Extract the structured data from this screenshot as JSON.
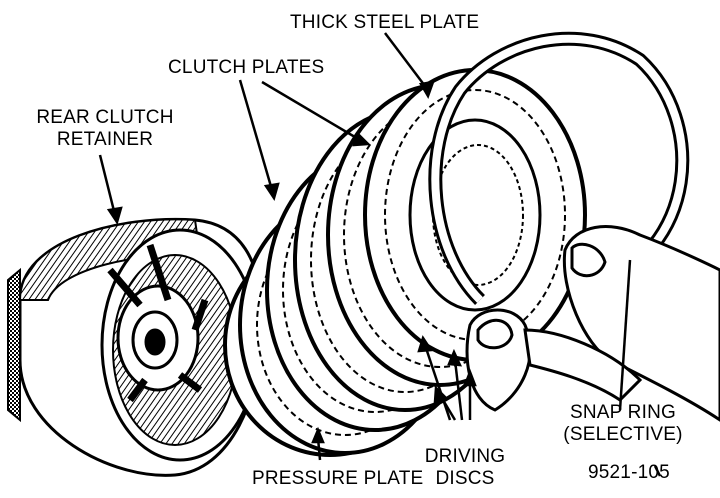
{
  "labels": {
    "thick_steel_plate": "THICK STEEL PLATE",
    "clutch_plates": "CLUTCH PLATES",
    "rear_clutch_retainer_line1": "REAR CLUTCH",
    "rear_clutch_retainer_line2": "RETAINER",
    "snap_ring_line1": "SNAP RING",
    "snap_ring_line2": "(SELECTIVE)",
    "driving_discs_line1": "DRIVING",
    "driving_discs_line2": "DISCS",
    "pressure_plate": "PRESSURE PLATE",
    "figure_id": "9521-105"
  },
  "colors": {
    "ink": "#000000",
    "paper": "#ffffff"
  }
}
